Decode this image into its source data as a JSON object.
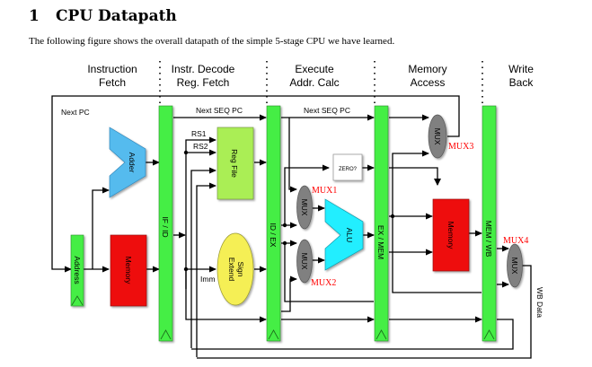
{
  "section": {
    "number": "1",
    "title": "CPU Datapath"
  },
  "intro_text": "The following figure shows the overall datapath of the simple 5-stage CPU we have learned.",
  "stages": [
    {
      "line1": "Instruction",
      "line2": "Fetch"
    },
    {
      "line1": "Instr. Decode",
      "line2": "Reg. Fetch"
    },
    {
      "line1": "Execute",
      "line2": "Addr. Calc"
    },
    {
      "line1": "Memory",
      "line2": "Access"
    },
    {
      "line1": "Write",
      "line2": "Back"
    }
  ],
  "pipeline_registers": [
    "IF / ID",
    "ID / EX",
    "EX / MEM",
    "MEM / WB"
  ],
  "blocks": {
    "pc": "Address",
    "adder": "Adder",
    "instr_memory": "Memory",
    "reg_file": "Reg File",
    "sign_extend_line1": "Sign",
    "sign_extend_line2": "Extend",
    "zero_check": "ZERO?",
    "alu": "ALU",
    "data_memory": "Memory",
    "mux": "MUX"
  },
  "mux_labels": [
    "MUX1",
    "MUX2",
    "MUX3",
    "MUX4"
  ],
  "signals": {
    "next_pc": "Next PC",
    "next_seq_pc": "Next SEQ PC",
    "rs1": "RS1",
    "rs2": "RS2",
    "imm": "Imm",
    "wb_data": "WB Data"
  },
  "colors": {
    "pipeline_register": "#44ee44",
    "adder": "#55bbee",
    "memory": "#ee1111",
    "reg_file": "#aaee55",
    "sign_extend": "#f5ef55",
    "alu": "#22eeff",
    "mux": "#808080",
    "mux_label": "#ff0000"
  }
}
